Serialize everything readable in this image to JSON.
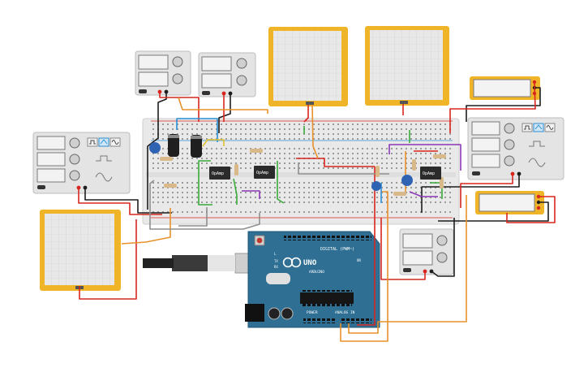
{
  "canvas": {
    "background": "#ffffff"
  },
  "colors": {
    "breadboard": "#e9e9e9",
    "breadboard_hole": "#9a9a9a",
    "instrument_body": "#e4e4e4",
    "instrument_screen": "#f3f3f3",
    "oscilloscope_frame": "#f0b429",
    "oscilloscope_screen": "#e8e8e8",
    "opamp_body": "#2b2b2b",
    "arduino_board": "#2e6f93",
    "wire_red": "#d8261e",
    "wire_black": "#1e1e1e",
    "wire_orange": "#e8912b",
    "wire_blue": "#2c8fd3",
    "wire_green": "#3aab3a",
    "wire_purple": "#8b38b6",
    "wire_gray": "#8f8f8f",
    "wire_yellow": "#e0c12c"
  },
  "function_generators": [
    {
      "name": "function-generator-left",
      "waveforms": [
        "square",
        "triangle",
        "sine"
      ]
    },
    {
      "name": "function-generator-right",
      "waveforms": [
        "square",
        "triangle",
        "sine"
      ]
    }
  ],
  "power_supplies": [
    {
      "name": "power-supply-top-left"
    },
    {
      "name": "power-supply-top-right"
    },
    {
      "name": "power-supply-bottom-right"
    }
  ],
  "multimeters": [
    {
      "name": "multimeter-top-right"
    },
    {
      "name": "multimeter-right"
    }
  ],
  "oscilloscopes": [
    {
      "name": "oscilloscope-top-left"
    },
    {
      "name": "oscilloscope-top-right"
    },
    {
      "name": "oscilloscope-bottom-left"
    }
  ],
  "opamps": [
    {
      "name": "opamp-1",
      "label": "OpAmp"
    },
    {
      "name": "opamp-2",
      "label": "OpAmp"
    },
    {
      "name": "opamp-3",
      "label": "OpAmp"
    }
  ],
  "arduino": {
    "brand": "ARDUINO",
    "model": "UNO",
    "digital_label": "DIGITAL (PWM~)",
    "power_label": "POWER",
    "analog_label": "ANALOG IN",
    "tx_label": "TX",
    "rx_label": "RX",
    "l_label": "L",
    "on_label": "ON"
  }
}
